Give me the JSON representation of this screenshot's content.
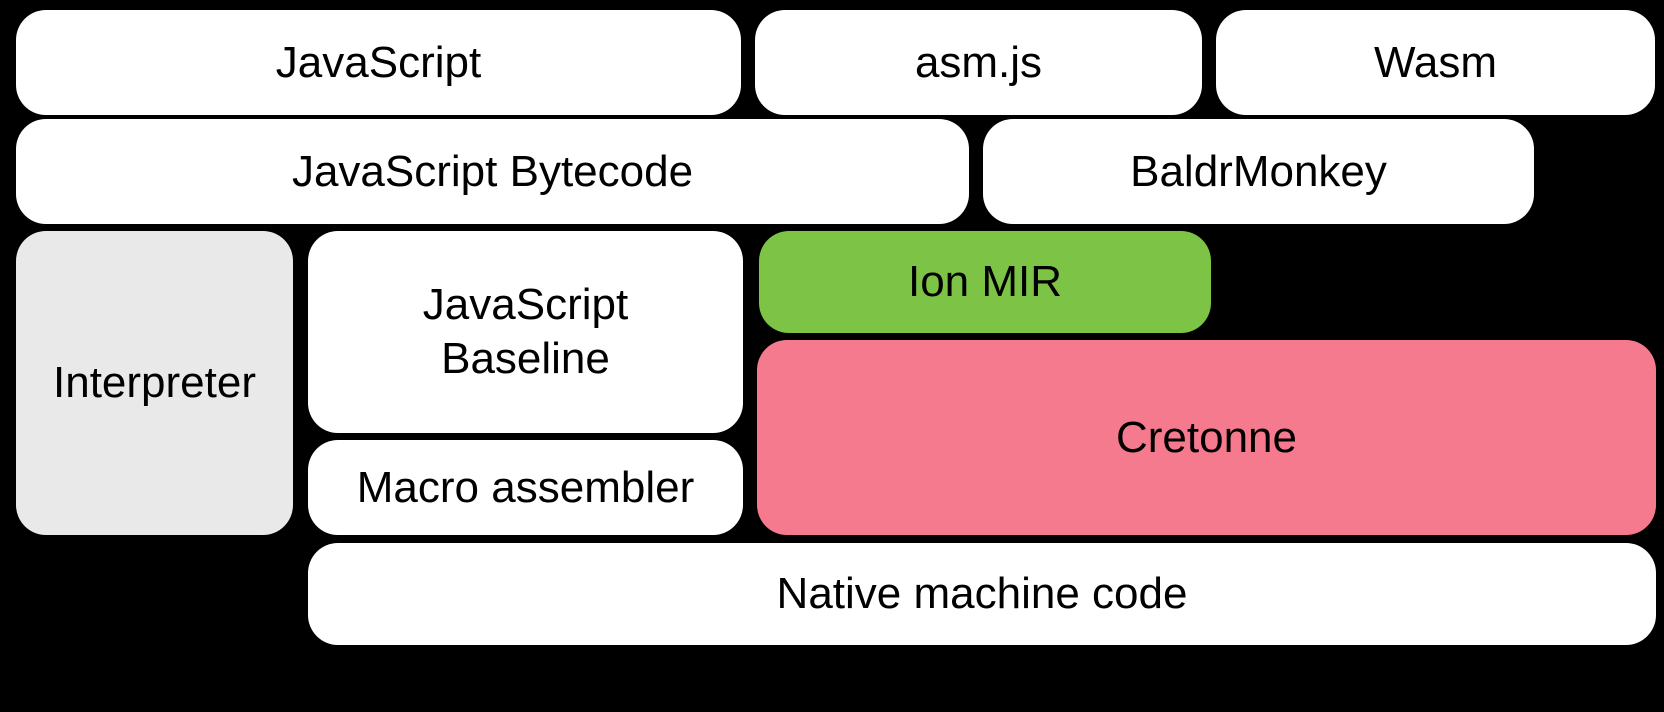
{
  "colors": {
    "background": "#000000",
    "node_fill": "#FFFFFF",
    "interpreter_fill": "#E9E9E9",
    "ion_mir_fill": "#7CC346",
    "cretonne_fill": "#F67A8E",
    "label_text": "#000000"
  },
  "nodes": {
    "javascript": {
      "label": "JavaScript"
    },
    "asmjs": {
      "label": "asm.js"
    },
    "wasm": {
      "label": "Wasm"
    },
    "bytecode": {
      "label": "JavaScript Bytecode"
    },
    "baldrmonkey": {
      "label": "BaldrMonkey"
    },
    "interpreter": {
      "label": "Interpreter"
    },
    "baseline": {
      "label": "JavaScript Baseline",
      "line1": "JavaScript",
      "line2": "Baseline"
    },
    "ion_mir": {
      "label": "Ion MIR"
    },
    "cretonne": {
      "label": "Cretonne"
    },
    "macro_assembler": {
      "label": "Macro assembler"
    },
    "native": {
      "label": "Native machine code"
    }
  }
}
